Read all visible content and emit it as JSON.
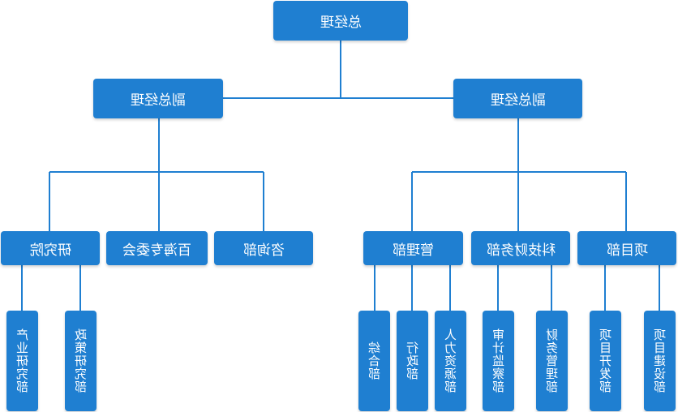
{
  "chart": {
    "accent_color": "#1f7fd1",
    "line_color": "#1f7fd1",
    "root": "总经理",
    "vp_left": "副总经理",
    "vp_right": "副总经理",
    "left_depts": {
      "research": "研究院",
      "expert": "百海专委会",
      "consult": "咨询部"
    },
    "right_depts": {
      "admin": "管理部",
      "finance": "科技财务部",
      "project": "项目部"
    },
    "research_subs": [
      "产业研究部",
      "政策研究部"
    ],
    "admin_subs": [
      "综合部",
      "行政部",
      "人力资源部"
    ],
    "finance_subs": [
      "审计监察部",
      "财务管理部"
    ],
    "project_subs": [
      "项目开发部",
      "项目建设部"
    ]
  }
}
